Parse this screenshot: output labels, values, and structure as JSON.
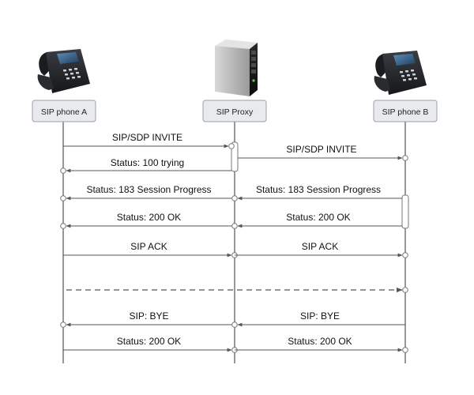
{
  "participants": [
    {
      "id": "a",
      "label": "SIP phone A",
      "icon": "desk-phone-icon"
    },
    {
      "id": "proxy",
      "label": "SIP Proxy",
      "icon": "server-tower-icon"
    },
    {
      "id": "b",
      "label": "SIP phone B",
      "icon": "desk-phone-icon"
    }
  ],
  "messages": [
    {
      "id": "m1",
      "label": "SIP/SDP INVITE"
    },
    {
      "id": "m2",
      "label": "SIP/SDP INVITE"
    },
    {
      "id": "m3",
      "label": "Status: 100 trying"
    },
    {
      "id": "m4",
      "label": "Status: 183 Session Progress"
    },
    {
      "id": "m5",
      "label": "Status: 183 Session Progress"
    },
    {
      "id": "m6",
      "label": "Status: 200 OK"
    },
    {
      "id": "m7",
      "label": "Status: 200 OK"
    },
    {
      "id": "m8",
      "label": "SIP ACK"
    },
    {
      "id": "m9",
      "label": "SIP ACK"
    },
    {
      "id": "m10",
      "label": ""
    },
    {
      "id": "m11",
      "label": "SIP: BYE"
    },
    {
      "id": "m12",
      "label": "SIP: BYE"
    },
    {
      "id": "m13",
      "label": "Status: 200 OK"
    },
    {
      "id": "m14",
      "label": "Status: 200 OK"
    }
  ],
  "colors": {
    "lifeline": "#777777",
    "arrow": "#555555",
    "box_fill": "#e8eaee",
    "box_stroke": "#9aa0a8",
    "text": "#111111"
  }
}
